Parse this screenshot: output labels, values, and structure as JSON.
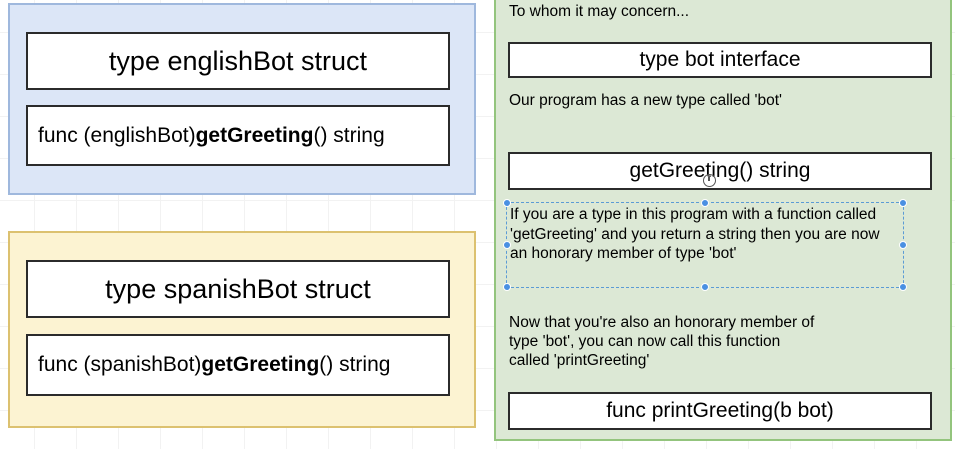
{
  "canvas": {
    "background_color": "#ffffff",
    "grid_color": "#f2f2f2"
  },
  "panels": {
    "english": {
      "name": "englishBot-panel",
      "fill_color": "#dce6f7",
      "border_color": "#9fb8dd",
      "type_box": "type englishBot struct",
      "func_box": {
        "prefix": "func (englishBot) ",
        "bold": "getGreeting",
        "suffix": "() string"
      }
    },
    "spanish": {
      "name": "spanishBot-panel",
      "fill_color": "#fcf3d2",
      "border_color": "#dcc170",
      "type_box": "type spanishBot struct",
      "func_box": {
        "prefix": "func (spanishBot) ",
        "bold": "getGreeting",
        "suffix": "() string"
      }
    },
    "bot": {
      "name": "bot-interface-panel",
      "fill_color": "#dce8d5",
      "border_color": "#93c47d",
      "intro_note": "To whom it may concern...",
      "interface_box": "type bot interface",
      "newtype_note": "Our program has a new type called 'bot'",
      "method_box": "getGreeting() string",
      "selected_note": "If you are a type in this program with a function called 'getGreeting' and you return a string then you are now an honorary member of type 'bot'",
      "honorary_note": "Now that you're also an honorary member of\ntype 'bot', you can now call this function\ncalled 'printGreeting'",
      "print_box": "func printGreeting(b bot)"
    }
  },
  "selection": {
    "handle_color": "#4a90e2",
    "border_color": "#5b9bd5",
    "handle_count": 8
  },
  "cursor": {
    "icon": "circle-cursor-icon"
  }
}
